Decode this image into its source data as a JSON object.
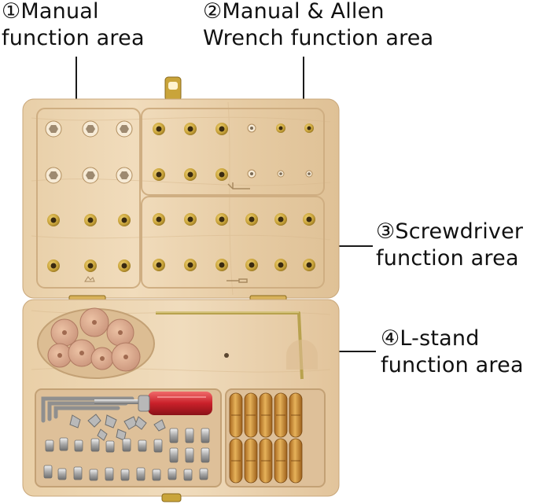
{
  "labels": {
    "manual": {
      "line1": "①Manual",
      "line2": "function area"
    },
    "manual_allen": {
      "line1": "②Manual & Allen",
      "line2": "Wrench function area"
    },
    "screwdriver": {
      "line1": "③Screwdriver",
      "line2": "function area"
    },
    "l_stand": {
      "line1": "④L-stand",
      "line2": "function area"
    }
  },
  "colors": {
    "wood_light": "#eed9b8",
    "wood_mid": "#e3c7a0",
    "wood_dark": "#d6b58a",
    "brass": "#c9a43a",
    "felt": "#d9a98a",
    "leader": "#1a1a1a",
    "handle_red": "#c9202a",
    "dowel": "#d49a3a"
  },
  "icons": [
    "hex-hole-icon",
    "brass-insert-icon",
    "felt-washer-icon",
    "allen-key-icon",
    "screwdriver-icon",
    "bolt-icon",
    "dowel-icon",
    "hinge-icon",
    "latch-icon"
  ]
}
